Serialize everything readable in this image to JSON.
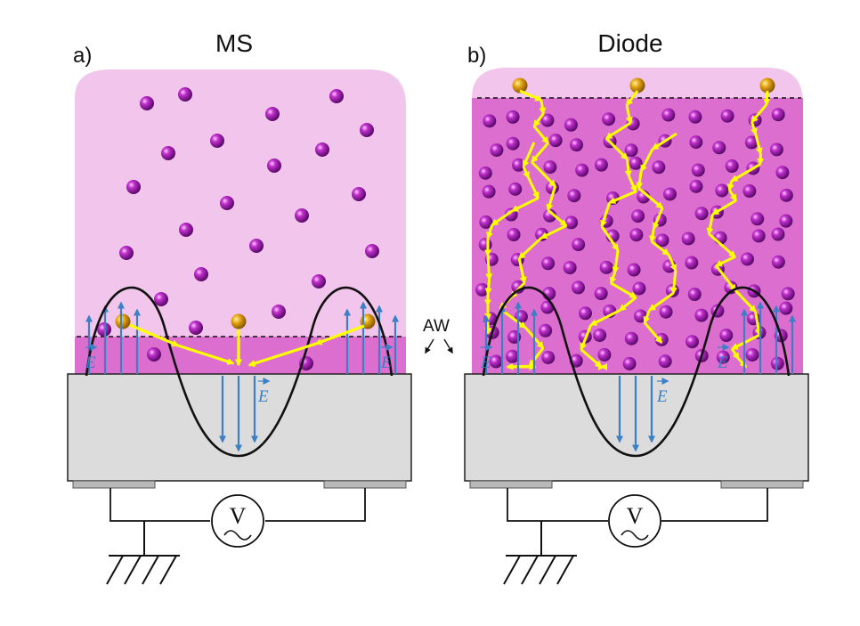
{
  "panels": [
    {
      "letter": "a)",
      "title": "MS",
      "field_label": "E"
    },
    {
      "letter": "b)",
      "title": "Diode",
      "field_label": "E"
    }
  ],
  "wave_label": "AW",
  "source_symbol": "V",
  "colors": {
    "bulk_light": "#f2c6ec",
    "bulk_dark": "#dc6ed0",
    "particle": "#b41ec0",
    "particle_highlight": "#ffc8ff",
    "gold_particle": "#e6a514",
    "yellow_path": "#ffff00",
    "field_arrow": "#3b7fc4",
    "substrate": "#dcdcdc",
    "electrode": "#b9b9b9"
  },
  "icons": [
    "ac-voltage-source-icon",
    "ground-icon"
  ]
}
